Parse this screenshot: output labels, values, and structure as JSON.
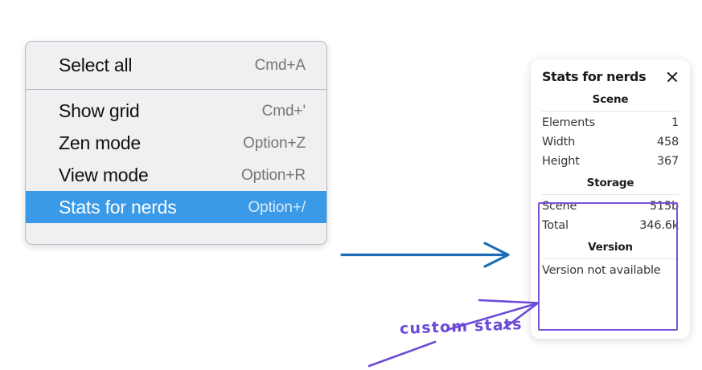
{
  "menu": {
    "sections": [
      {
        "items": [
          {
            "label": "Select all",
            "shortcut": "Cmd+A",
            "selected": false
          }
        ]
      },
      {
        "items": [
          {
            "label": "Show grid",
            "shortcut": "Cmd+'",
            "selected": false
          },
          {
            "label": "Zen mode",
            "shortcut": "Option+Z",
            "selected": false
          },
          {
            "label": "View mode",
            "shortcut": "Option+R",
            "selected": false
          },
          {
            "label": "Stats for nerds",
            "shortcut": "Option+/",
            "selected": true
          }
        ]
      }
    ],
    "items": {
      "select_all": {
        "label": "Select all",
        "shortcut": "Cmd+A"
      },
      "show_grid": {
        "label": "Show grid",
        "shortcut": "Cmd+'"
      },
      "zen_mode": {
        "label": "Zen mode",
        "shortcut": "Option+Z"
      },
      "view_mode": {
        "label": "View mode",
        "shortcut": "Option+R"
      },
      "stats_for_nerds": {
        "label": "Stats for nerds",
        "shortcut": "Option+/"
      }
    },
    "highlight_color": "#3b9ae8"
  },
  "stats_panel": {
    "title": "Stats for nerds",
    "close_icon": "close-icon",
    "sections": {
      "scene": {
        "title": "Scene",
        "rows": [
          {
            "label": "Elements",
            "value": "1"
          },
          {
            "label": "Width",
            "value": "458"
          },
          {
            "label": "Height",
            "value": "367"
          }
        ]
      },
      "storage": {
        "title": "Storage",
        "rows": [
          {
            "label": "Scene",
            "value": "515b"
          },
          {
            "label": "Total",
            "value": "346.6k"
          }
        ]
      },
      "version": {
        "title": "Version",
        "text": "Version not available"
      }
    },
    "highlight_border_color": "#7a52d8"
  },
  "annotations": {
    "custom_stats_label": "custom stats",
    "arrow_blue_color": "#1d6bb5",
    "arrow_purple_color": "#6b4ad8"
  }
}
